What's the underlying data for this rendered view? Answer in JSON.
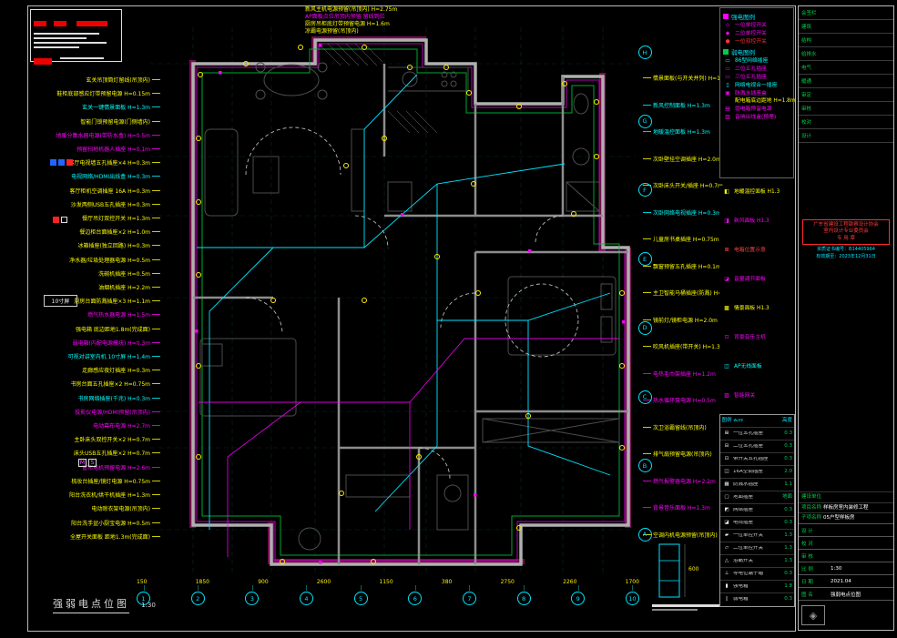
{
  "meta": {
    "sheet_title": "强弱电点位图",
    "scale": "1:30"
  },
  "icons": {
    "screen_label": "10寸屏",
    "m": "M",
    "s": "S",
    "logo_glyph": "◈"
  },
  "top_annotations": [
    {
      "text": "新风主机电源预留(吊顶内) H=2.75m",
      "color": "#ffff00"
    },
    {
      "text": "AP面板点位吊顶内预留 留线到位",
      "color": "#ff00ff"
    },
    {
      "text": "厨房吊柜底灯带预留电源 H=1.6m",
      "color": "#ffff00"
    },
    {
      "text": "凉霸电源预留(吊顶内)",
      "color": "#ffff00"
    }
  ],
  "left_annotations": [
    {
      "text": "玄关吊顶筒灯留线(吊顶内)",
      "color": "#ffff00"
    },
    {
      "text": "鞋柜底部感应灯带预留电源 H=0.15m",
      "color": "#ffff00"
    },
    {
      "text": "玄关一键情景面板 H=1.3m",
      "color": "#00ffff"
    },
    {
      "text": "智能门锁预留电源(门侧墙内)",
      "color": "#ffff00"
    },
    {
      "text": "地暖分集水器电源(带防水盒) H=0.5m",
      "color": "#ff00ff"
    },
    {
      "text": "预留扫地机器人插座 H=0.1m",
      "color": "#ff00ff"
    },
    {
      "text": "客厅电视墙五孔插座×4 H=0.3m",
      "color": "#ffff00"
    },
    {
      "text": "电视网络/HDMI出线盒 H=0.3m",
      "color": "#00ffff"
    },
    {
      "text": "客厅柜机空调插座 16A H=0.3m",
      "color": "#ffff00"
    },
    {
      "text": "沙发两侧USB五孔插座 H=0.3m",
      "color": "#ffff00"
    },
    {
      "text": "餐厅吊灯双控开关 H=1.3m",
      "color": "#ffff00"
    },
    {
      "text": "餐边柜台面插座×2 H=1.0m",
      "color": "#ffff00"
    },
    {
      "text": "冰箱插座(独立回路) H=0.3m",
      "color": "#ffff00"
    },
    {
      "text": "净水器/垃圾处理器电源 H=0.5m",
      "color": "#ffff00"
    },
    {
      "text": "洗碗机插座 H=0.5m",
      "color": "#ffff00"
    },
    {
      "text": "油烟机插座 H=2.2m",
      "color": "#ffff00"
    },
    {
      "text": "厨房台面防溅插座×3 H=1.1m",
      "color": "#ffff00"
    },
    {
      "text": "燃气热水器电源 H=1.5m",
      "color": "#ff00ff"
    },
    {
      "text": "强电箱 底边距地1.8m(完成面)",
      "color": "#ffff00"
    },
    {
      "text": "弱电箱(内配电源模块) H=0.3m",
      "color": "#ff00ff"
    },
    {
      "text": "可视对讲室内机 10寸屏 H=1.4m",
      "color": "#00ffff"
    },
    {
      "text": "走廊感应夜灯插座 H=0.3m",
      "color": "#ffff00"
    },
    {
      "text": "书房台面五孔插座×2 H=0.75m",
      "color": "#ffff00"
    },
    {
      "text": "书房网络插座(千兆) H=0.3m",
      "color": "#00ffff"
    },
    {
      "text": "投影仪电源/HDMI预留(吊顶内)",
      "color": "#ff00ff"
    },
    {
      "text": "电动幕布电源 H=2.7m",
      "color": "#ff00ff"
    },
    {
      "text": "主卧床头双控开关×2 H=0.7m",
      "color": "#ffff00"
    },
    {
      "text": "床头USB五孔插座×2 H=0.7m",
      "color": "#ffff00"
    },
    {
      "text": "窗帘电机预留电源 H=2.6m",
      "color": "#ff00ff"
    },
    {
      "text": "梳妆台插座/镜灯电源 H=0.75m",
      "color": "#ffff00"
    },
    {
      "text": "阳台洗衣机/烘干机插座 H=1.3m",
      "color": "#ffff00"
    },
    {
      "text": "电动晾衣架电源(吊顶内)",
      "color": "#ffff00"
    },
    {
      "text": "阳台洗手盆小厨宝电源 H=0.5m",
      "color": "#ffff00"
    },
    {
      "text": "全屋开关面板 距地1.3m(完成面)",
      "color": "#ffff00"
    }
  ],
  "right_annotations": [
    {
      "text": "情景面板(与开关并列) H=1.3m",
      "color": "#ffff00"
    },
    {
      "text": "新风控制面板 H=1.3m",
      "color": "#00ffff"
    },
    {
      "text": "地暖温控面板 H=1.3m",
      "color": "#00ffff"
    },
    {
      "text": "次卧壁挂空调插座 H=2.0m",
      "color": "#ffff00"
    },
    {
      "text": "次卧床头开关/插座 H=0.7m",
      "color": "#ffff00"
    },
    {
      "text": "次卧网络电视插座 H=0.3m",
      "color": "#00ffff"
    },
    {
      "text": "儿童房书桌插座 H=0.75m",
      "color": "#ffff00"
    },
    {
      "text": "飘窗预留五孔插座 H=0.1m",
      "color": "#ffff00"
    },
    {
      "text": "主卫智能马桶插座(防溅) H=0.4m",
      "color": "#ffff00"
    },
    {
      "text": "镜前灯/镜柜电源 H=2.0m",
      "color": "#ffff00"
    },
    {
      "text": "吹风机插座(带开关) H=1.3m",
      "color": "#ffff00"
    },
    {
      "text": "电热毛巾架插座 H=1.2m",
      "color": "#ff00ff"
    },
    {
      "text": "热水循环泵电源 H=0.5m",
      "color": "#ff00ff"
    },
    {
      "text": "次卫浴霸留线(吊顶内)",
      "color": "#ffff00"
    },
    {
      "text": "排气扇预留电源(吊顶内)",
      "color": "#ffff00"
    },
    {
      "text": "燃气报警器电源 H=2.2m",
      "color": "#ff00ff"
    },
    {
      "text": "背景音乐面板 H=1.3m",
      "color": "#ff00ff"
    },
    {
      "text": "空调内机电源预留(吊顶内)",
      "color": "#ffff00"
    }
  ],
  "legend_top": {
    "strong_header": "强电图例",
    "strong_items": [
      {
        "glyph": "◇",
        "color": "#ff00ff",
        "label": "一位单控开关"
      },
      {
        "glyph": "◆",
        "color": "#ff00ff",
        "label": "二位单控开关"
      },
      {
        "glyph": "●",
        "color": "#ff3333",
        "label": "一位双控开关"
      }
    ],
    "weak_header": "弱电图例",
    "weak_items": [
      {
        "glyph": "▭",
        "color": "#00ffff",
        "label": "86型网络插座"
      },
      {
        "glyph": "▭",
        "color": "#ff00ff",
        "label": "二位五孔插座"
      },
      {
        "glyph": "▭",
        "color": "#ff00ff",
        "label": "三位五孔插座"
      },
      {
        "glyph": "▯",
        "color": "#00ffff",
        "label": "网络电视合一插座"
      },
      {
        "glyph": "▣",
        "color": "#ff00ff",
        "label": "防溅水插座盒"
      },
      {
        "glyph": "",
        "color": "#ffff00",
        "label": "配电箱底边距地 H=1.8m"
      },
      {
        "glyph": "▤",
        "color": "#ff00ff",
        "label": "弱电箱预留电源"
      },
      {
        "glyph": "▥",
        "color": "#ff00ff",
        "label": "音响出线盒(预埋)"
      }
    ]
  },
  "legend_mid": {
    "items": [
      {
        "glyph": "◧",
        "color": "#ffff00",
        "label": "地暖温控面板 H1.3"
      },
      {
        "glyph": "◨",
        "color": "#ff00ff",
        "label": "新风面板 H1.3"
      },
      {
        "glyph": "⊠",
        "color": "#ff4444",
        "label": "电箱位置示意"
      },
      {
        "glyph": "◪",
        "color": "#ff00ff",
        "label": "音量调节面板"
      },
      {
        "glyph": "▩",
        "color": "#ffff00",
        "label": "情景面板 H1.3"
      },
      {
        "glyph": "⊡",
        "color": "#ff00ff",
        "label": "背景音乐主机"
      },
      {
        "glyph": "◫",
        "color": "#00ffff",
        "label": "AP无线面板"
      },
      {
        "glyph": "▨",
        "color": "#ff00ff",
        "label": "智能网关"
      }
    ]
  },
  "legend_table": {
    "head": {
      "sym": "图例",
      "name": "名称",
      "note": "高度"
    },
    "rows": [
      {
        "sym": "⊞",
        "name": "一位五孔插座",
        "note": "0.3"
      },
      {
        "sym": "⊟",
        "name": "二位五孔插座",
        "note": "0.3"
      },
      {
        "sym": "⊡",
        "name": "带开关五孔插座",
        "note": "0.3"
      },
      {
        "sym": "◫",
        "name": "16A空调插座",
        "note": "2.0"
      },
      {
        "sym": "▦",
        "name": "防溅水插座",
        "note": "1.1"
      },
      {
        "sym": "▢",
        "name": "地面插座",
        "note": "地面"
      },
      {
        "sym": "◩",
        "name": "网络插座",
        "note": "0.3"
      },
      {
        "sym": "◪",
        "name": "电视插座",
        "note": "0.3"
      },
      {
        "sym": "▰",
        "name": "一位单控开关",
        "note": "1.3"
      },
      {
        "sym": "▱",
        "name": "二位单控开关",
        "note": "1.3"
      },
      {
        "sym": "△",
        "name": "浴霸开关",
        "note": "1.3"
      },
      {
        "sym": "⊥",
        "name": "等电位端子箱",
        "note": "0.3"
      },
      {
        "sym": "▮",
        "name": "强电箱",
        "note": "1.8"
      },
      {
        "sym": "▯",
        "name": "弱电箱",
        "note": "0.3"
      }
    ]
  },
  "grid": {
    "bottom": [
      "1",
      "2",
      "3",
      "4",
      "5",
      "6",
      "7",
      "8",
      "9",
      "10"
    ],
    "right": [
      "H",
      "G",
      "F",
      "E",
      "D",
      "C",
      "B",
      "A"
    ],
    "dims": [
      "150",
      "1850",
      "900",
      "2600",
      "1150",
      "380",
      "2750",
      "2260",
      "1700"
    ]
  },
  "detail": {
    "dim": "600"
  },
  "titleblock": {
    "sign_rows": [
      "会签栏",
      "建筑",
      "结构",
      "给排水",
      "电气",
      "暖通",
      "审定",
      "审核",
      "校对",
      "设计"
    ],
    "seal_lines": [
      "广东省建设工程勘察设计协会",
      "室内设计专业委员会",
      "专 用 章"
    ],
    "cert_lines": [
      "资质证书编号：B14405964",
      "有效期至：2023年12月31日"
    ],
    "project_rows": [
      {
        "label": "建设单位",
        "value": ""
      },
      {
        "label": "项目名称",
        "value": "样板房室内装修工程"
      },
      {
        "label": "子项名称",
        "value": "05户型样板房"
      }
    ],
    "info_rows": [
      {
        "k": "设 计",
        "v": ""
      },
      {
        "k": "校 对",
        "v": ""
      },
      {
        "k": "审 核",
        "v": ""
      },
      {
        "k": "比 例",
        "v": "1:30"
      },
      {
        "k": "日 期",
        "v": "2021.04"
      },
      {
        "k": "图 名",
        "v": "强弱电点位图"
      }
    ]
  }
}
